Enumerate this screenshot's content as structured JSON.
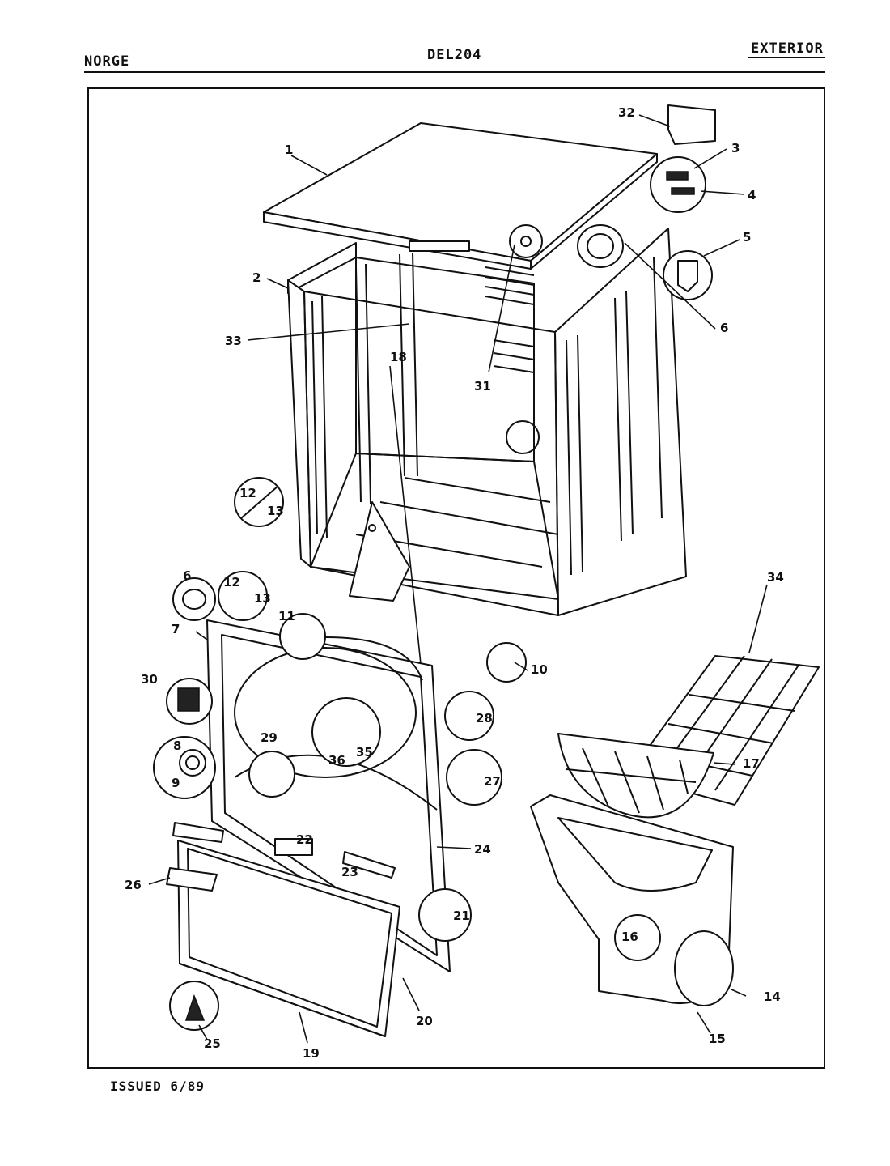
{
  "header": {
    "brand": "NORGE",
    "model": "DEL204",
    "section": "EXTERIOR"
  },
  "footer": {
    "issued": "ISSUED 6/89"
  },
  "callouts": [
    "1",
    "2",
    "3",
    "4",
    "5",
    "6",
    "33",
    "31",
    "12",
    "13",
    "6",
    "12",
    "13",
    "11",
    "18",
    "7",
    "34",
    "30",
    "10",
    "28",
    "8",
    "9",
    "29",
    "36",
    "35",
    "27",
    "17",
    "22",
    "24",
    "26",
    "23",
    "21",
    "16",
    "14",
    "15",
    "25",
    "19",
    "20",
    "32"
  ]
}
